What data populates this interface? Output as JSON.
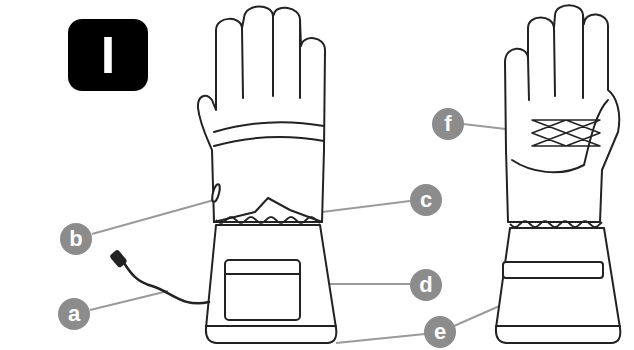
{
  "diagram": {
    "nodes": [
      {
        "text": [
          "I"
        ]
      },
      {
        "text": [
          "f"
        ]
      },
      {
        "text": [
          "b"
        ]
      },
      {
        "text": [
          "c"
        ]
      },
      {
        "text": [
          "a"
        ]
      },
      {
        "text": [
          "d"
        ]
      },
      {
        "text": [
          "e"
        ]
      }
    ]
  }
}
